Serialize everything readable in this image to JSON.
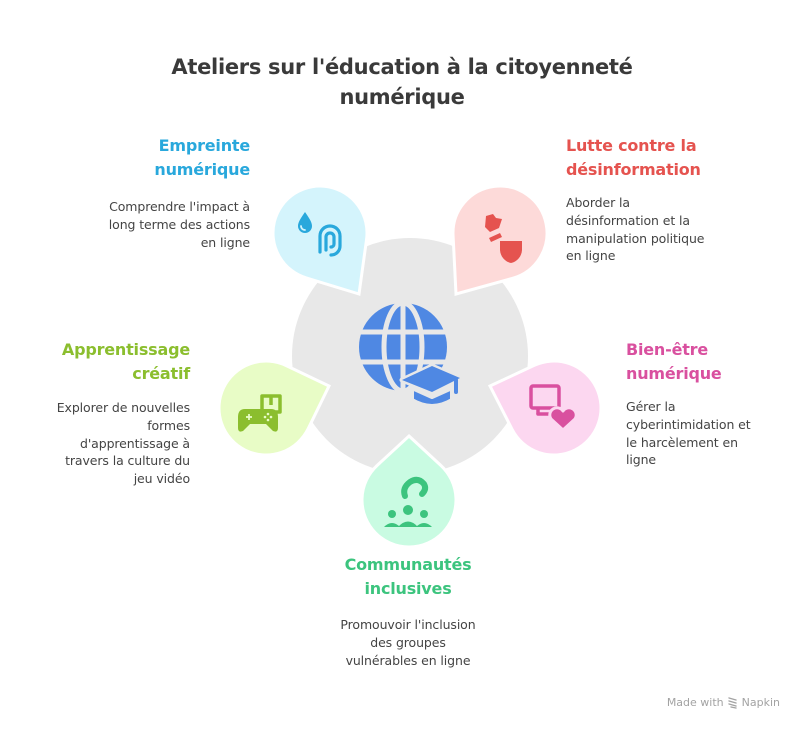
{
  "title_lines": [
    "Ateliers sur l'éducation à la citoyenneté",
    "numérique"
  ],
  "center": {
    "icon": "globe-graduation-cap-icon",
    "color": "#4F88E3",
    "background": "#E8E8E8"
  },
  "workshops": [
    {
      "title_lines": [
        "Empreinte",
        "numérique"
      ],
      "description_lines": [
        "Comprendre l'impact à",
        "long terme des actions",
        "en ligne"
      ],
      "color": "#29A8DC",
      "bubble_color": "#D4F4FC",
      "icon": "fingerprint-drop-icon"
    },
    {
      "title_lines": [
        "Lutte contre la",
        "désinformation"
      ],
      "description_lines": [
        "Aborder la",
        "désinformation et la",
        "manipulation politique",
        "en ligne"
      ],
      "color": "#E5534F",
      "bubble_color": "#FDDAD9",
      "icon": "broken-shield-icon"
    },
    {
      "title_lines": [
        "Apprentissage",
        "créatif"
      ],
      "description_lines": [
        "Explorer de nouvelles",
        "formes",
        "d'apprentissage à",
        "travers la culture du",
        "jeu vidéo"
      ],
      "color": "#8BBE2E",
      "bubble_color": "#E8FCC6",
      "icon": "gamepad-book-icon"
    },
    {
      "title_lines": [
        "Bien-être",
        "numérique"
      ],
      "description_lines": [
        "Gérer la",
        "cyberintimidation et",
        "le harcèlement en",
        "ligne"
      ],
      "color": "#D9509F",
      "bubble_color": "#FCD7F0",
      "icon": "monitor-heart-icon"
    },
    {
      "title_lines": [
        "Communautés",
        "inclusives"
      ],
      "description_lines": [
        "Promouvoir l'inclusion",
        "des groupes",
        "vulnérables en ligne"
      ],
      "color": "#3CC47E",
      "bubble_color": "#C9FBE2",
      "icon": "community-people-icon"
    }
  ],
  "footer": {
    "made_with": "Made with",
    "brand": "Napkin",
    "icon": "napkin-logo-icon"
  }
}
